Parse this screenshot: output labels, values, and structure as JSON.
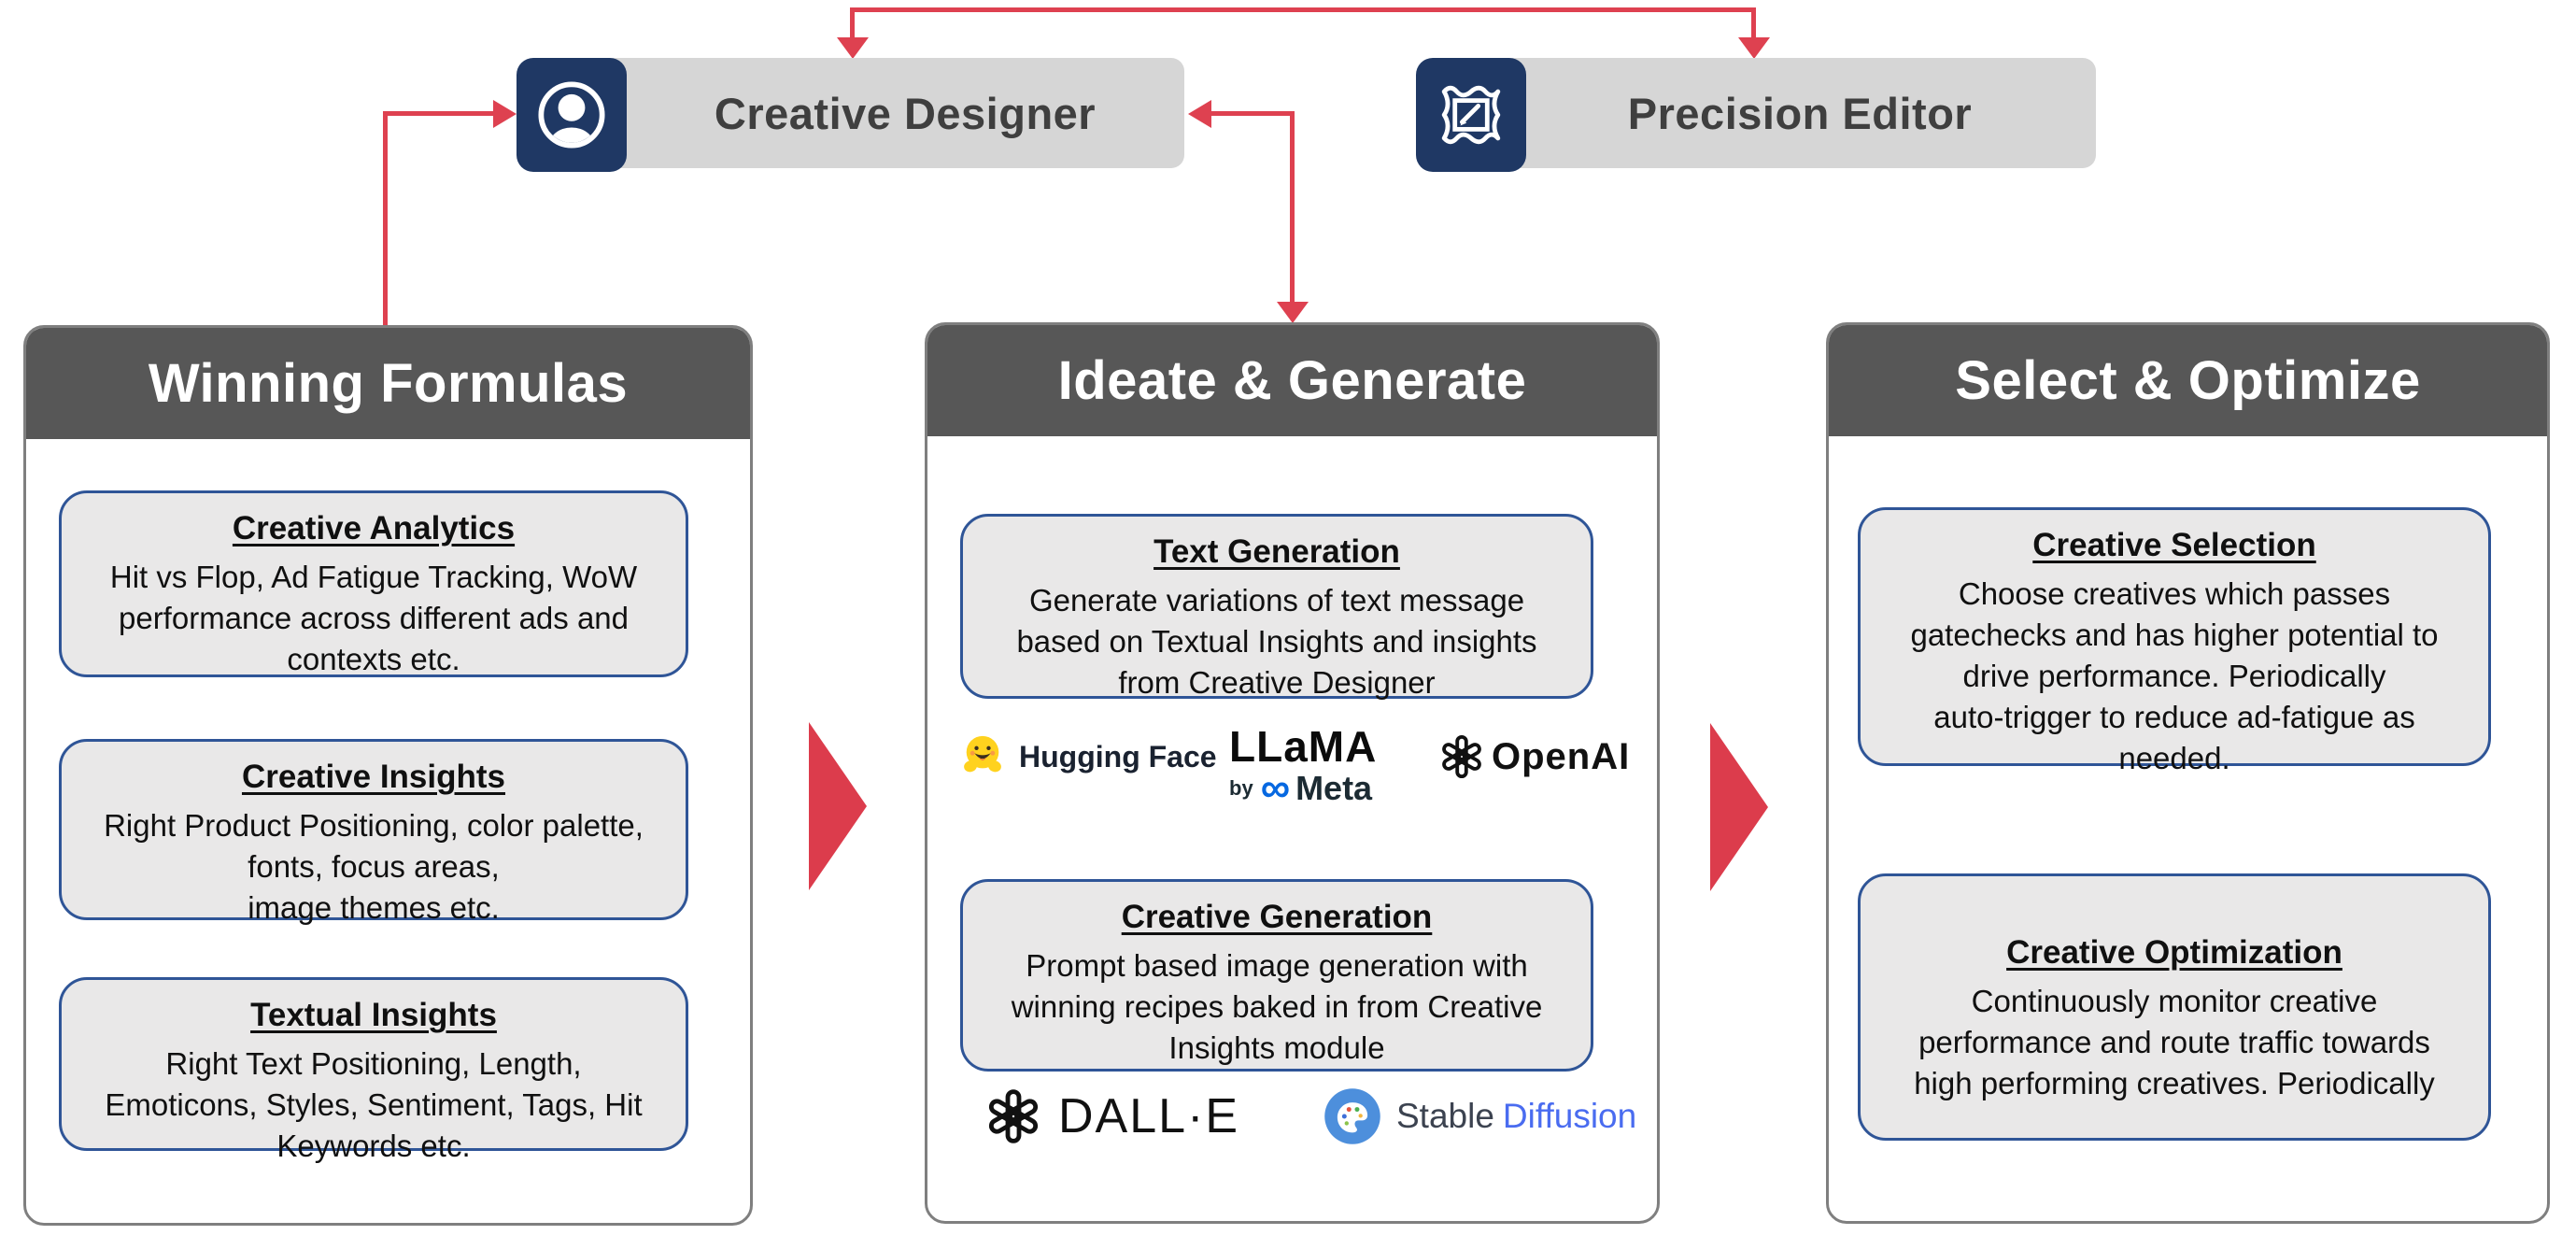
{
  "nodes": {
    "designer": {
      "label": "Creative Designer",
      "icon": "person"
    },
    "editor": {
      "label": "Precision Editor",
      "icon": "stamp"
    }
  },
  "panels": {
    "winning": {
      "title": "Winning Formulas",
      "analytics": {
        "title": "Creative Analytics",
        "body": "Hit vs Flop, Ad Fatigue Tracking, WoW\nperformance across different ads and\ncontexts etc."
      },
      "insights": {
        "title": "Creative Insights",
        "body": "Right Product Positioning, color palette,\nfonts, focus areas,\nimage themes etc."
      },
      "textual": {
        "title": "Textual Insights",
        "body": "Right Text Positioning, Length,\nEmoticons, Styles, Sentiment, Tags, Hit\nKeywords etc."
      }
    },
    "ideate": {
      "title": "Ideate & Generate",
      "text_gen": {
        "title": "Text Generation",
        "body": "Generate variations of text message\nbased on Textual Insights and insights\nfrom Creative Designer"
      },
      "creative_gen": {
        "title": "Creative Generation",
        "body": "Prompt based image generation with\nwinning recipes baked in from Creative\nInsights module"
      },
      "logos": {
        "huggingface": "Hugging Face",
        "llama": "LLaMA",
        "llama_by": "by",
        "meta_infinity": "∞",
        "meta": "Meta",
        "openai": "OpenAI",
        "dalle": "DALL·E",
        "sd_stable": "Stable",
        "sd_diffusion": "Diffusion"
      }
    },
    "select": {
      "title": "Select & Optimize",
      "selection": {
        "title": "Creative Selection",
        "body": "Choose creatives which passes\ngatechecks and has higher potential to\ndrive performance. Periodically\nauto-trigger to reduce ad-fatigue as\nneeded."
      },
      "optimization": {
        "title": "Creative Optimization",
        "body": "Continuously monitor creative\nperformance and route traffic towards\nhigh performing creatives. Periodically"
      }
    }
  },
  "colors": {
    "arrow_red": "#DE4150",
    "chevron_red": "#DC3C4C",
    "icon_navy": "#1F3864",
    "box_border_blue": "#2F5597",
    "panel_header_gray": "#575757",
    "node_label_gray": "#D6D6D6",
    "box_fill_gray": "#E9E8E8",
    "panel_border_gray": "#7F7F7F",
    "meta_blue": "#0668E1",
    "sd_blue": "#4D8FDC",
    "sd_text_blue": "#4A6CF0",
    "hf_yellow": "#FFD21E"
  }
}
